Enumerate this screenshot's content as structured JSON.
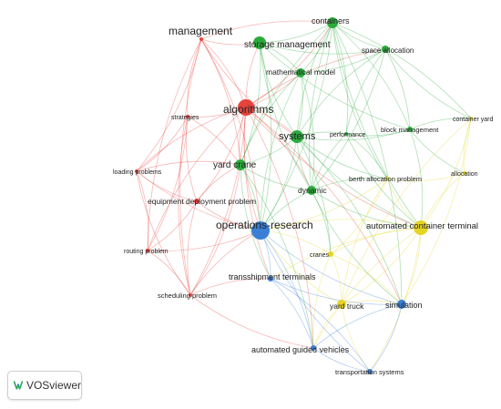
{
  "colors": {
    "red": "#e8423c",
    "green": "#2bab3c",
    "blue": "#3a7fd5",
    "yellow": "#e6d425"
  },
  "brand": {
    "name": "VOSviewer",
    "icon": "vosviewer-logo-icon"
  },
  "diagram": {
    "nodes": [
      {
        "id": "management",
        "label": "management",
        "cluster": "red"
      },
      {
        "id": "storage_management",
        "label": "storage management",
        "cluster": "green"
      },
      {
        "id": "containers",
        "label": "containers",
        "cluster": "green"
      },
      {
        "id": "space_allocation",
        "label": "space allocation",
        "cluster": "green"
      },
      {
        "id": "mathematical_model",
        "label": "mathematical model",
        "cluster": "green"
      },
      {
        "id": "algorithms",
        "label": "algorithms",
        "cluster": "red"
      },
      {
        "id": "strategies",
        "label": "strategies",
        "cluster": "red"
      },
      {
        "id": "systems",
        "label": "systems",
        "cluster": "green"
      },
      {
        "id": "performance",
        "label": "performance",
        "cluster": "green"
      },
      {
        "id": "block_management",
        "label": "block management",
        "cluster": "green"
      },
      {
        "id": "container_yard",
        "label": "container yard",
        "cluster": "yellow"
      },
      {
        "id": "loading_problems",
        "label": "loading problems",
        "cluster": "red"
      },
      {
        "id": "yard_crane",
        "label": "yard crane",
        "cluster": "green"
      },
      {
        "id": "allocation",
        "label": "allocation",
        "cluster": "yellow"
      },
      {
        "id": "berth_allocation_problem",
        "label": "berth allocation problem",
        "cluster": "yellow"
      },
      {
        "id": "dynamic",
        "label": "dynamic",
        "cluster": "green"
      },
      {
        "id": "equipment_deployment_problem",
        "label": "equipment deployment problem",
        "cluster": "red"
      },
      {
        "id": "operations_research",
        "label": "operations-research",
        "cluster": "blue"
      },
      {
        "id": "automated_container_terminal",
        "label": "automated container terminal",
        "cluster": "yellow"
      },
      {
        "id": "routing_problem",
        "label": "routing problem",
        "cluster": "red"
      },
      {
        "id": "cranes",
        "label": "cranes",
        "cluster": "yellow"
      },
      {
        "id": "transshipment_terminals",
        "label": "transshipment terminals",
        "cluster": "blue"
      },
      {
        "id": "scheduling_problem",
        "label": "scheduling problem",
        "cluster": "red"
      },
      {
        "id": "yard_truck",
        "label": "yard truck",
        "cluster": "yellow"
      },
      {
        "id": "simulation",
        "label": "simulation",
        "cluster": "blue"
      },
      {
        "id": "automated_guided_vehicles",
        "label": "automated guided vehicles",
        "cluster": "blue"
      },
      {
        "id": "transportation_systems",
        "label": "transportation systems",
        "cluster": "blue"
      }
    ],
    "edges": [
      [
        "algorithms",
        "management"
      ],
      [
        "algorithms",
        "strategies"
      ],
      [
        "algorithms",
        "loading_problems"
      ],
      [
        "algorithms",
        "equipment_deployment_problem"
      ],
      [
        "algorithms",
        "routing_problem"
      ],
      [
        "algorithms",
        "scheduling_problem"
      ],
      [
        "algorithms",
        "yard_crane"
      ],
      [
        "algorithms",
        "systems"
      ],
      [
        "algorithms",
        "operations_research"
      ],
      [
        "algorithms",
        "storage_management"
      ],
      [
        "algorithms",
        "containers"
      ],
      [
        "algorithms",
        "dynamic"
      ],
      [
        "algorithms",
        "automated_container_terminal"
      ],
      [
        "algorithms",
        "simulation"
      ],
      [
        "algorithms",
        "transshipment_terminals"
      ],
      [
        "algorithms",
        "automated_guided_vehicles"
      ],
      [
        "algorithms",
        "mathematical_model"
      ],
      [
        "algorithms",
        "space_allocation"
      ],
      [
        "management",
        "storage_management"
      ],
      [
        "management",
        "containers"
      ],
      [
        "management",
        "strategies"
      ],
      [
        "management",
        "loading_problems"
      ],
      [
        "management",
        "scheduling_problem"
      ],
      [
        "management",
        "operations_research"
      ],
      [
        "management",
        "systems"
      ],
      [
        "management",
        "yard_crane"
      ],
      [
        "management",
        "routing_problem"
      ],
      [
        "strategies",
        "loading_problems"
      ],
      [
        "strategies",
        "equipment_deployment_problem"
      ],
      [
        "strategies",
        "routing_problem"
      ],
      [
        "strategies",
        "scheduling_problem"
      ],
      [
        "strategies",
        "yard_crane"
      ],
      [
        "loading_problems",
        "equipment_deployment_problem"
      ],
      [
        "loading_problems",
        "routing_problem"
      ],
      [
        "loading_problems",
        "scheduling_problem"
      ],
      [
        "loading_problems",
        "yard_crane"
      ],
      [
        "loading_problems",
        "operations_research"
      ],
      [
        "equipment_deployment_problem",
        "routing_problem"
      ],
      [
        "equipment_deployment_problem",
        "scheduling_problem"
      ],
      [
        "equipment_deployment_problem",
        "yard_crane"
      ],
      [
        "equipment_deployment_problem",
        "operations_research"
      ],
      [
        "routing_problem",
        "scheduling_problem"
      ],
      [
        "routing_problem",
        "operations_research"
      ],
      [
        "scheduling_problem",
        "operations_research"
      ],
      [
        "scheduling_problem",
        "automated_guided_vehicles"
      ],
      [
        "scheduling_problem",
        "transshipment_terminals"
      ],
      [
        "scheduling_problem",
        "yard_crane"
      ],
      [
        "containers",
        "storage_management"
      ],
      [
        "containers",
        "space_allocation"
      ],
      [
        "containers",
        "mathematical_model"
      ],
      [
        "containers",
        "systems"
      ],
      [
        "containers",
        "block_management"
      ],
      [
        "containers",
        "yard_crane"
      ],
      [
        "containers",
        "operations_research"
      ],
      [
        "containers",
        "dynamic"
      ],
      [
        "containers",
        "performance"
      ],
      [
        "containers",
        "automated_container_terminal"
      ],
      [
        "containers",
        "container_yard"
      ],
      [
        "containers",
        "berth_allocation_problem"
      ],
      [
        "containers",
        "simulation"
      ],
      [
        "storage_management",
        "space_allocation"
      ],
      [
        "storage_management",
        "mathematical_model"
      ],
      [
        "storage_management",
        "systems"
      ],
      [
        "storage_management",
        "yard_crane"
      ],
      [
        "storage_management",
        "dynamic"
      ],
      [
        "storage_management",
        "operations_research"
      ],
      [
        "storage_management",
        "block_management"
      ],
      [
        "space_allocation",
        "mathematical_model"
      ],
      [
        "space_allocation",
        "systems"
      ],
      [
        "space_allocation",
        "block_management"
      ],
      [
        "space_allocation",
        "performance"
      ],
      [
        "space_allocation",
        "dynamic"
      ],
      [
        "space_allocation",
        "container_yard"
      ],
      [
        "mathematical_model",
        "systems"
      ],
      [
        "mathematical_model",
        "yard_crane"
      ],
      [
        "mathematical_model",
        "dynamic"
      ],
      [
        "mathematical_model",
        "operations_research"
      ],
      [
        "systems",
        "yard_crane"
      ],
      [
        "systems",
        "dynamic"
      ],
      [
        "systems",
        "performance"
      ],
      [
        "systems",
        "block_management"
      ],
      [
        "systems",
        "operations_research"
      ],
      [
        "systems",
        "berth_allocation_problem"
      ],
      [
        "systems",
        "simulation"
      ],
      [
        "systems",
        "automated_container_terminal"
      ],
      [
        "systems",
        "cranes"
      ],
      [
        "yard_crane",
        "dynamic"
      ],
      [
        "yard_crane",
        "operations_research"
      ],
      [
        "yard_crane",
        "transshipment_terminals"
      ],
      [
        "yard_crane",
        "automated_guided_vehicles"
      ],
      [
        "dynamic",
        "operations_research"
      ],
      [
        "dynamic",
        "berth_allocation_problem"
      ],
      [
        "dynamic",
        "automated_container_terminal"
      ],
      [
        "dynamic",
        "cranes"
      ],
      [
        "dynamic",
        "simulation"
      ],
      [
        "dynamic",
        "performance"
      ],
      [
        "performance",
        "block_management"
      ],
      [
        "performance",
        "berth_allocation_problem"
      ],
      [
        "performance",
        "automated_container_terminal"
      ],
      [
        "block_management",
        "container_yard"
      ],
      [
        "block_management",
        "allocation"
      ],
      [
        "block_management",
        "automated_container_terminal"
      ],
      [
        "container_yard",
        "allocation"
      ],
      [
        "container_yard",
        "automated_container_terminal"
      ],
      [
        "container_yard",
        "yard_truck"
      ],
      [
        "container_yard",
        "simulation"
      ],
      [
        "allocation",
        "automated_container_terminal"
      ],
      [
        "allocation",
        "berth_allocation_problem"
      ],
      [
        "berth_allocation_problem",
        "automated_container_terminal"
      ],
      [
        "berth_allocation_problem",
        "cranes"
      ],
      [
        "berth_allocation_problem",
        "yard_truck"
      ],
      [
        "berth_allocation_problem",
        "operations_research"
      ],
      [
        "automated_container_terminal",
        "operations_research"
      ],
      [
        "automated_container_terminal",
        "yard_truck"
      ],
      [
        "automated_container_terminal",
        "cranes"
      ],
      [
        "automated_container_terminal",
        "simulation"
      ],
      [
        "automated_container_terminal",
        "automated_guided_vehicles"
      ],
      [
        "automated_container_terminal",
        "transportation_systems"
      ],
      [
        "automated_container_terminal",
        "transshipment_terminals"
      ],
      [
        "cranes",
        "yard_truck"
      ],
      [
        "cranes",
        "operations_research"
      ],
      [
        "cranes",
        "simulation"
      ],
      [
        "cranes",
        "automated_guided_vehicles"
      ],
      [
        "yard_truck",
        "simulation"
      ],
      [
        "yard_truck",
        "automated_guided_vehicles"
      ],
      [
        "yard_truck",
        "operations_research"
      ],
      [
        "yard_truck",
        "transportation_systems"
      ],
      [
        "operations_research",
        "transshipment_terminals"
      ],
      [
        "operations_research",
        "simulation"
      ],
      [
        "operations_research",
        "automated_guided_vehicles"
      ],
      [
        "operations_research",
        "transportation_systems"
      ],
      [
        "transshipment_terminals",
        "automated_guided_vehicles"
      ],
      [
        "transshipment_terminals",
        "simulation"
      ],
      [
        "transshipment_terminals",
        "transportation_systems"
      ],
      [
        "simulation",
        "automated_guided_vehicles"
      ],
      [
        "simulation",
        "transportation_systems"
      ],
      [
        "automated_guided_vehicles",
        "transportation_systems"
      ]
    ]
  }
}
